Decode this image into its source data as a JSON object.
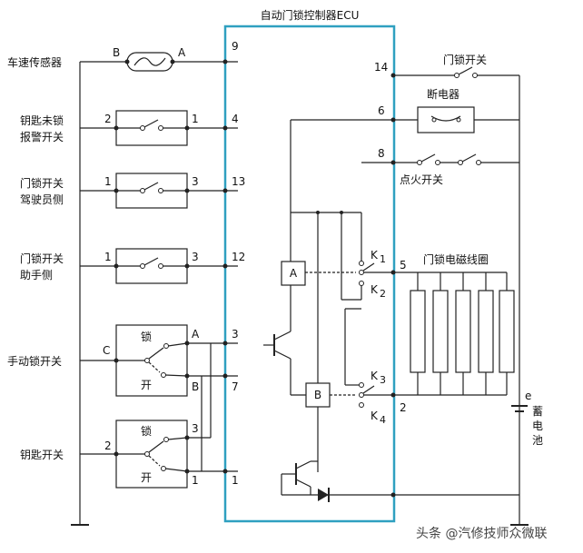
{
  "title": "自动门锁控制器ECU",
  "left_components": {
    "speed_sensor": "车速传感器",
    "key_unlocked_warning_1": "钥匙未锁",
    "key_unlocked_warning_2": "报警开关",
    "door_switch_driver_1": "门锁开关",
    "door_switch_driver_2": "驾驶员侧",
    "door_switch_passenger_1": "门锁开关",
    "door_switch_passenger_2": "助手侧",
    "manual_lock_switch": "手动锁开关",
    "key_switch": "钥匙开关"
  },
  "right_components": {
    "door_lock_switch": "门锁开关",
    "breaker": "断电器",
    "ignition_switch": "点火开关",
    "coil": "门锁电磁线圈",
    "battery_1": "蓄",
    "battery_2": "电",
    "battery_3": "池",
    "battery_e": "e"
  },
  "switch_text": {
    "lock": "锁",
    "open": "开"
  },
  "relay_labels": {
    "A": "A",
    "B": "B",
    "K1": "K",
    "K1_sub": "1",
    "K2": "K",
    "K2_sub": "2",
    "K3": "K",
    "K3_sub": "3",
    "K4": "K",
    "K4_sub": "4"
  },
  "terminals": {
    "left_9": "9",
    "left_4": "4",
    "left_13": "13",
    "left_12": "12",
    "left_3": "3",
    "left_7": "7",
    "left_1b": "1",
    "right_14": "14",
    "right_6": "6",
    "right_8": "8",
    "right_5": "5",
    "right_2": "2",
    "sensor_B": "B",
    "sensor_A": "A",
    "sw_2": "2",
    "sw_1": "1",
    "sw_1b": "1",
    "sw_3": "3",
    "sw_1c": "1",
    "sw_3b": "3",
    "man_C": "C",
    "man_A": "A",
    "man_B": "B",
    "key_2": "2",
    "key_3": "3",
    "key_1": "1"
  },
  "watermark": "头条 @汽修技师众微联"
}
